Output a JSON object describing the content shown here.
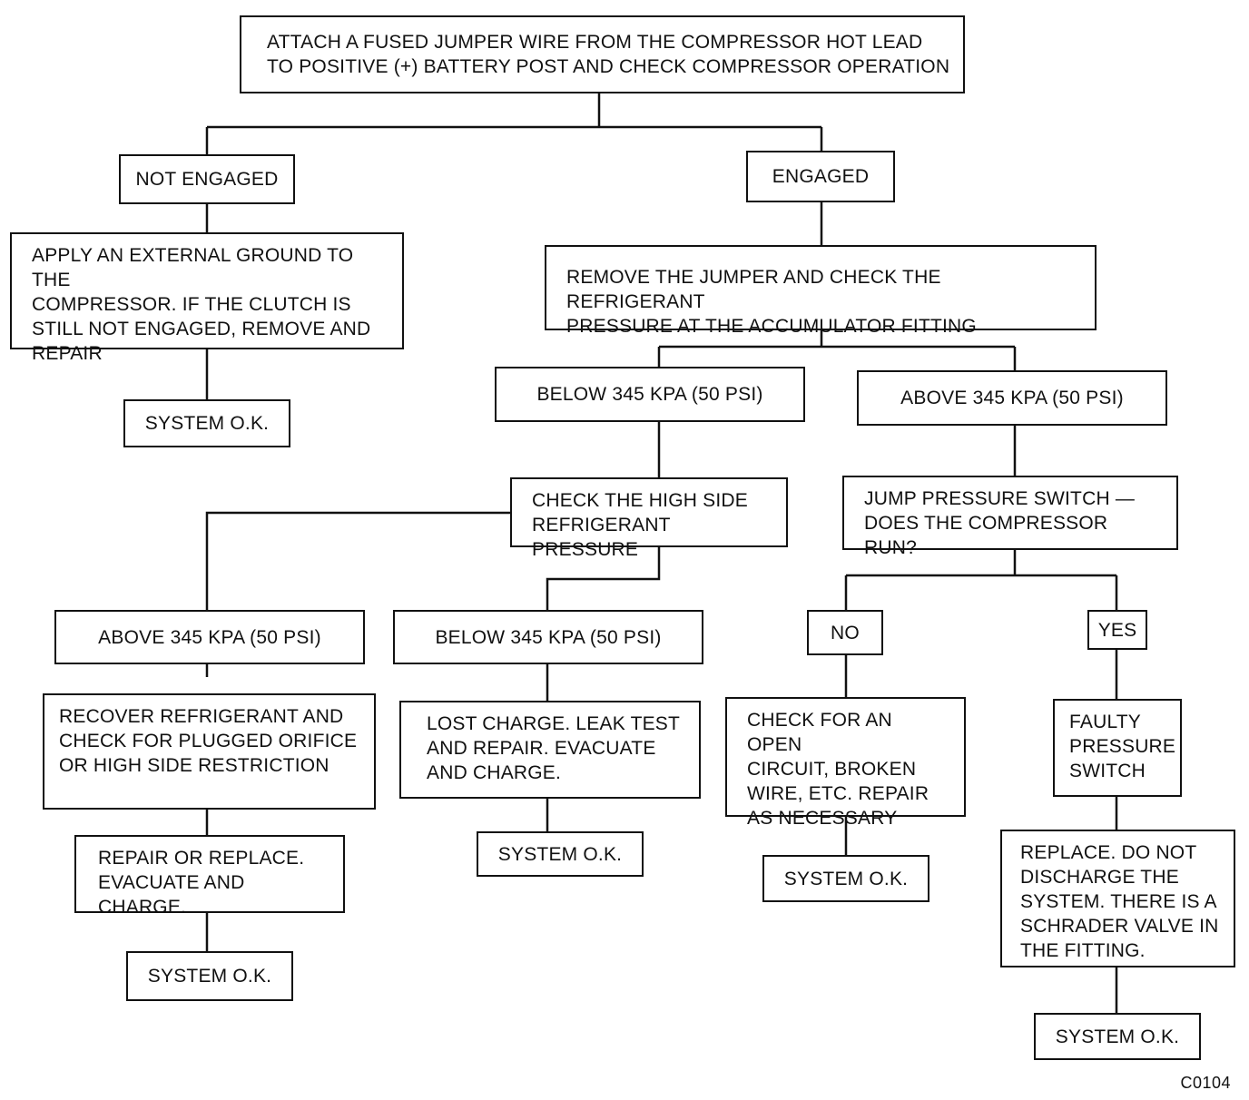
{
  "nodes": {
    "start": "ATTACH A FUSED JUMPER WIRE FROM THE COMPRESSOR HOT LEAD\nTO POSITIVE (+) BATTERY POST AND CHECK COMPRESSOR OPERATION",
    "not_engaged": "NOT ENGAGED",
    "engaged": "ENGAGED",
    "apply_ground": "APPLY AN EXTERNAL GROUND TO THE\nCOMPRESSOR. IF THE CLUTCH IS\nSTILL NOT ENGAGED, REMOVE AND\nREPAIR",
    "system_ok_1": "SYSTEM O.K.",
    "remove_jumper": "REMOVE THE JUMPER AND CHECK THE REFRIGERANT\nPRESSURE AT THE ACCUMULATOR FITTING",
    "below_345_a": "BELOW 345 kPa (50 PSI)",
    "above_345_a": "ABOVE 345 kPa (50 PSI)",
    "check_high_side": "CHECK THE HIGH SIDE\nREFRIGERANT PRESSURE",
    "jump_switch": "JUMP PRESSURE SWITCH —\nDOES THE COMPRESSOR RUN?",
    "above_345_b": "ABOVE 345 kPa (50 PSI)",
    "below_345_b": "BELOW 345 kPa (50 PSI)",
    "no": "NO",
    "yes": "YES",
    "recover": "RECOVER REFRIGERANT AND\nCHECK FOR PLUGGED ORIFICE\nOR HIGH SIDE RESTRICTION",
    "lost_charge": "LOST CHARGE. LEAK TEST\nAND REPAIR. EVACUATE\nAND CHARGE.",
    "open_circuit": "CHECK FOR AN OPEN\nCIRCUIT, BROKEN\nWIRE, ETC. REPAIR\nAS NECESSARY",
    "faulty_switch": "FAULTY\nPRESSURE\nSWITCH",
    "repair_replace": "REPAIR OR REPLACE.\nEVACUATE AND CHARGE.",
    "system_ok_2": "SYSTEM O.K.",
    "system_ok_3": "SYSTEM O.K.",
    "replace": "REPLACE. DO NOT\nDISCHARGE THE\nSYSTEM. THERE IS A\nSCHRADER VALVE IN\nTHE FITTING.",
    "system_ok_4": "SYSTEM O.K.",
    "system_ok_5": "SYSTEM O.K."
  },
  "figure_code": "C0104"
}
